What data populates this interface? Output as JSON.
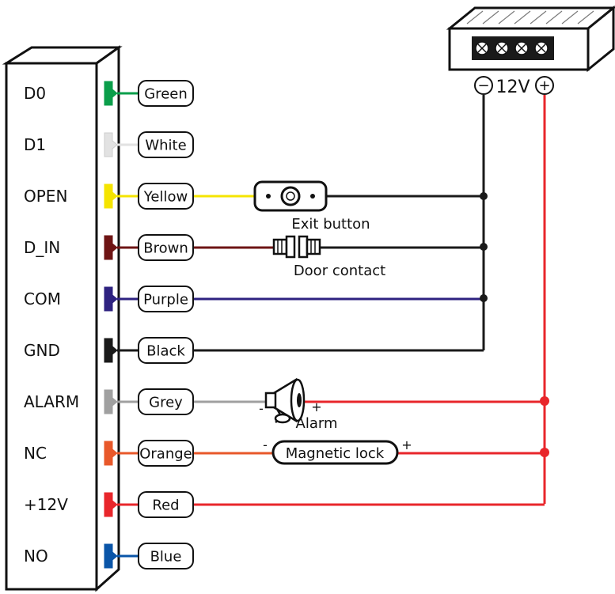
{
  "controller_pins": [
    {
      "pin": "D0",
      "wire": "Green",
      "color": "#0a9e4a"
    },
    {
      "pin": "D1",
      "wire": "White",
      "color": "#e2e2e2"
    },
    {
      "pin": "OPEN",
      "wire": "Yellow",
      "color": "#f5e400"
    },
    {
      "pin": "D_IN",
      "wire": "Brown",
      "color": "#6e1414"
    },
    {
      "pin": "COM",
      "wire": "Purple",
      "color": "#2e2280"
    },
    {
      "pin": "GND",
      "wire": "Black",
      "color": "#1a1a1a"
    },
    {
      "pin": "ALARM",
      "wire": "Grey",
      "color": "#a0a0a0"
    },
    {
      "pin": "NC",
      "wire": "Orange",
      "color": "#e8582a"
    },
    {
      "pin": "+12V",
      "wire": "Red",
      "color": "#e8262b"
    },
    {
      "pin": "NO",
      "wire": "Blue",
      "color": "#0a55a8"
    }
  ],
  "power_supply": {
    "voltage_label": "12V",
    "neg_symbol": "−",
    "pos_symbol": "+"
  },
  "devices": {
    "exit_button": "Exit button",
    "door_contact": "Door contact",
    "alarm": "Alarm",
    "alarm_neg": "-",
    "alarm_pos": "+",
    "magnetic_lock": "Magnetic lock",
    "lock_neg": "-",
    "lock_pos": "+"
  },
  "colors": {
    "neg_bus": "#1a1a1a",
    "pos_bus": "#e8262b"
  }
}
